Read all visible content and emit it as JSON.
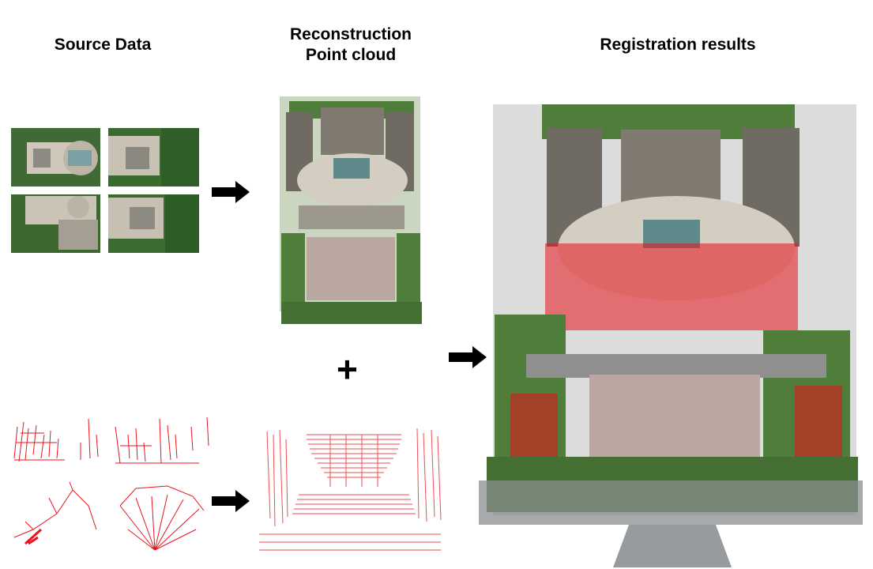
{
  "titles": {
    "source": "Source Data",
    "reconstruction_line1": "Reconstruction",
    "reconstruction_line2": "Point cloud",
    "registration": "Registration results"
  },
  "symbols": {
    "plus": "+"
  },
  "colors": {
    "lidar_red": "#e8141c",
    "vegetation": "#4f7d3a",
    "roof": "#7a756c",
    "glass_roof": "#5f8a8c",
    "plaza": "#b9a7a0",
    "arrow": "#000000"
  },
  "icons": {
    "arrow": "right-arrow-icon"
  }
}
